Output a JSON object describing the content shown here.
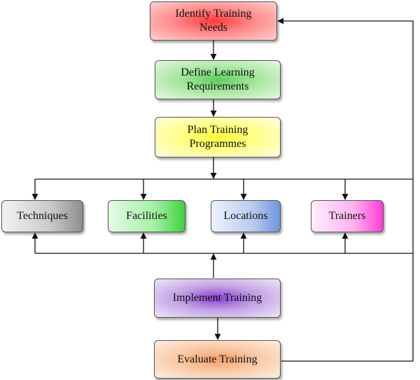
{
  "diagram": {
    "nodes": {
      "identify": "Identify Training\nNeeds",
      "define": "Define Learning\nRequirements",
      "plan": "Plan Training\nProgrammes",
      "techniques": "Techniques",
      "facilities": "Facilities",
      "locations": "Locations",
      "trainers": "Trainers",
      "implement": "Implement Training",
      "evaluate": "Evaluate Training"
    },
    "edges": [
      [
        "Identify Training Needs",
        "Define Learning Requirements"
      ],
      [
        "Define Learning Requirements",
        "Plan Training Programmes"
      ],
      [
        "Plan Training Programmes",
        "Techniques"
      ],
      [
        "Plan Training Programmes",
        "Facilities"
      ],
      [
        "Plan Training Programmes",
        "Locations"
      ],
      [
        "Plan Training Programmes",
        "Trainers"
      ],
      [
        "Implement Training",
        "Techniques"
      ],
      [
        "Implement Training",
        "Facilities"
      ],
      [
        "Implement Training",
        "Locations"
      ],
      [
        "Implement Training",
        "Trainers"
      ],
      [
        "Implement Training",
        "Evaluate Training"
      ],
      [
        "Evaluate Training",
        "Identify Training Needs"
      ]
    ]
  }
}
